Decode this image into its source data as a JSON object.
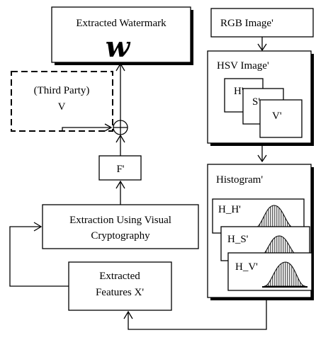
{
  "nodes": {
    "extracted_watermark": "Extracted Watermark",
    "third_party_line1": "(Third Party)",
    "third_party_line2": "V",
    "f_prime": "F'",
    "extraction_line1": "Extraction Using Visual",
    "extraction_line2": "Cryptography",
    "features_line1": "Extracted",
    "features_line2": "Features X'",
    "rgb_image": "RGB Image'",
    "hsv_image": "HSV Image'",
    "h_channel": "H'",
    "s_channel": "S'",
    "v_channel": "V'",
    "histogram": "Histogram'",
    "hist_h": "H_H'",
    "hist_s": "H_S'",
    "hist_v": "H_V'"
  },
  "watermark_glyph": "w"
}
